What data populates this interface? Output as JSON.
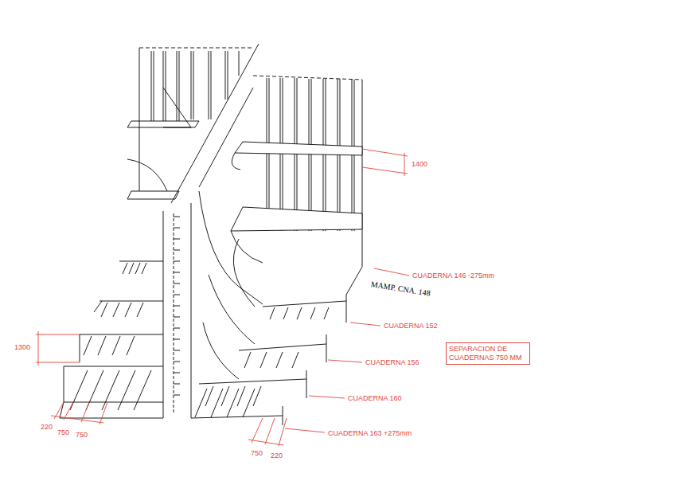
{
  "diagram": {
    "nodes": [
      {
        "text": [
          "SEPARACION DE CUADERNAS 750 MM"
        ]
      }
    ],
    "labels": [
      "1400",
      "CUADERNA 146 -275mm",
      "MAMP. CNA. 148",
      "CUADERNA 152",
      "1300",
      "CUADERNA 156",
      "CUADERNA 160",
      "220",
      "750",
      "750",
      "CUADERNA 163 +275mm",
      "750",
      "220"
    ]
  }
}
